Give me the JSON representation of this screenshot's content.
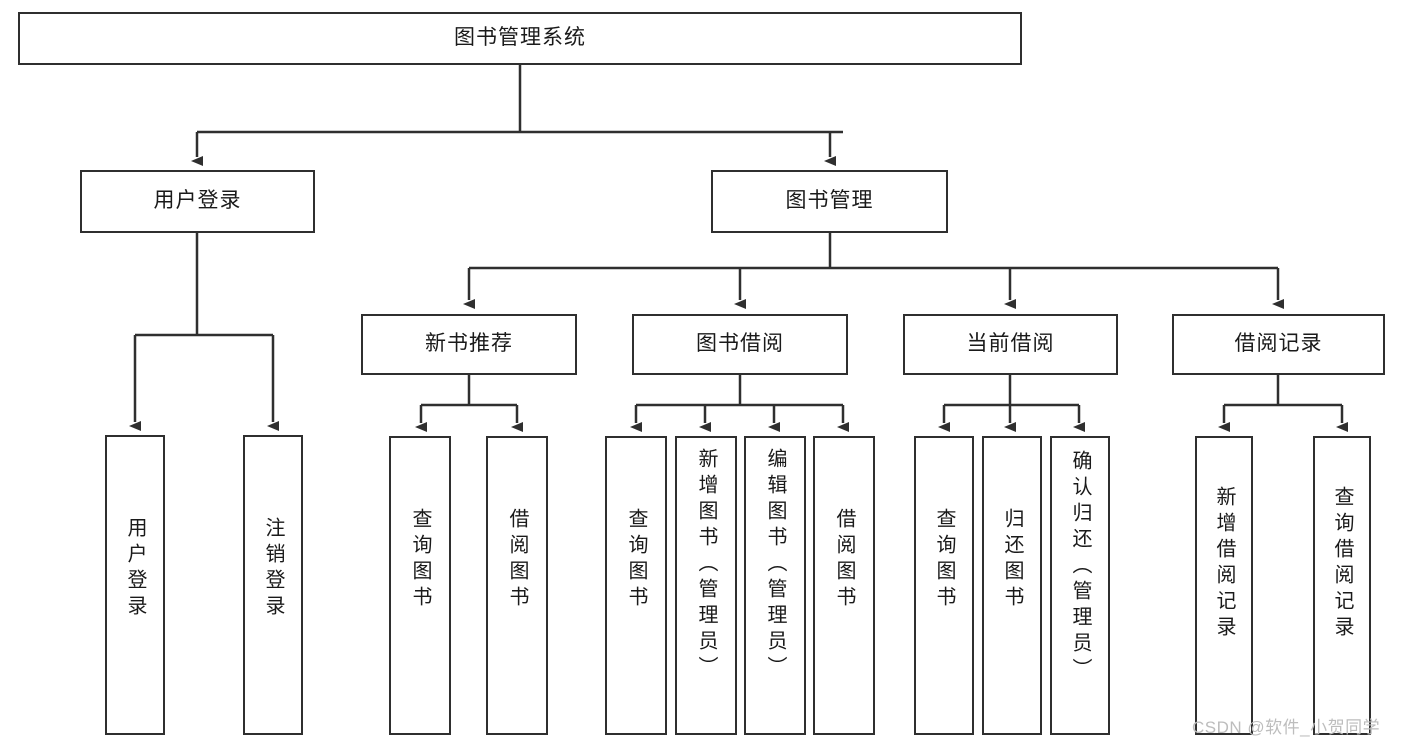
{
  "diagram": {
    "title": "图书管理系统",
    "type": "tree",
    "root": {
      "label": "图书管理系统"
    },
    "level2": [
      {
        "label": "用户登录"
      },
      {
        "label": "图书管理"
      }
    ],
    "level3": [
      {
        "label": "新书推荐"
      },
      {
        "label": "图书借阅"
      },
      {
        "label": "当前借阅"
      },
      {
        "label": "借阅记录"
      }
    ],
    "leaves": {
      "user_login": [
        {
          "label": "用户登录"
        },
        {
          "label": "注销登录"
        }
      ],
      "new_book_recommend": [
        {
          "label": "查询图书"
        },
        {
          "label": "借阅图书"
        }
      ],
      "book_borrow": [
        {
          "label": "查询图书"
        },
        {
          "label": "新增图书（管理员）"
        },
        {
          "label": "编辑图书（管理员）"
        },
        {
          "label": "借阅图书"
        }
      ],
      "current_borrow": [
        {
          "label": "查询图书"
        },
        {
          "label": "归还图书"
        },
        {
          "label": "确认归还（管理员）"
        }
      ],
      "borrow_record": [
        {
          "label": "新增借阅记录"
        },
        {
          "label": "查询借阅记录"
        }
      ]
    }
  },
  "watermark": {
    "text": "CSDN @软件_小贺同学"
  },
  "colors": {
    "border": "#2f2f2f",
    "background": "#ffffff",
    "text": "#1a1a1a",
    "watermark": "#bdbdbd"
  }
}
